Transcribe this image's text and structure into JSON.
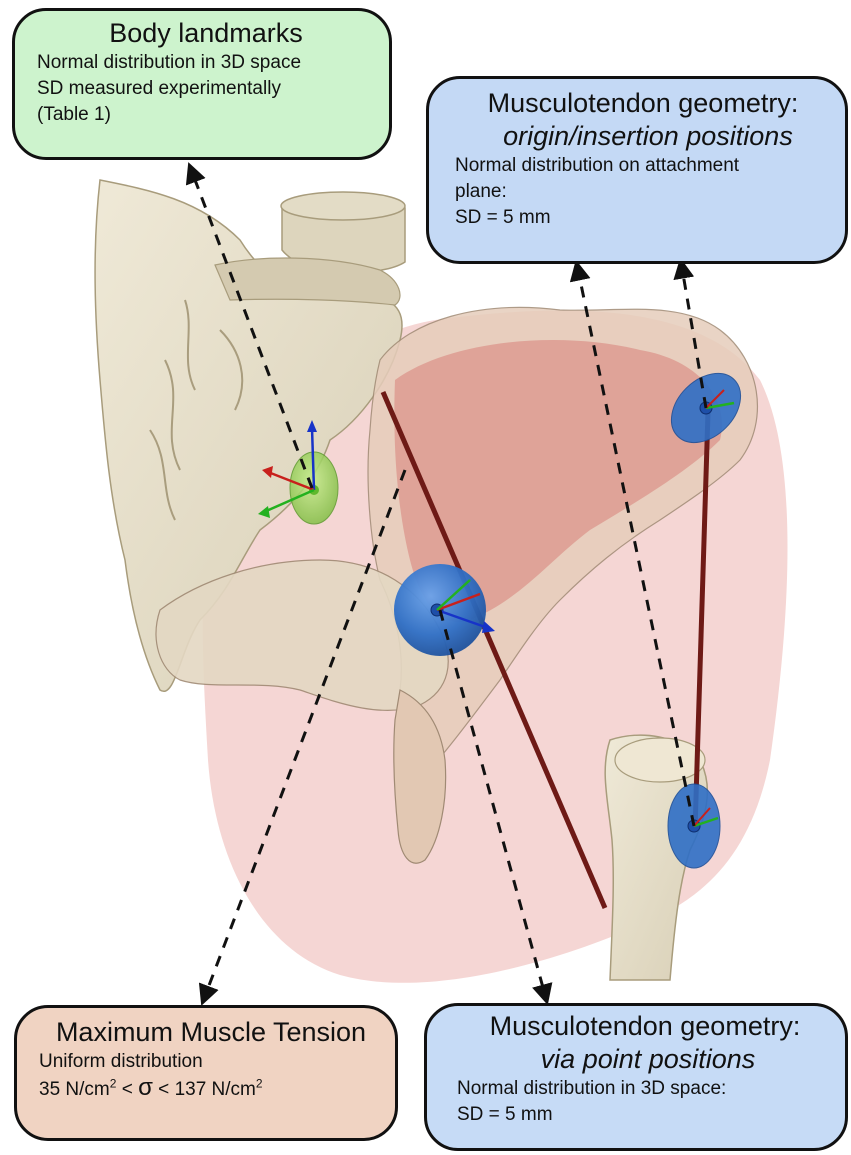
{
  "callouts": {
    "body_landmarks": {
      "title": "Body landmarks",
      "line1": "Normal distribution in 3D space",
      "line2": "SD measured experimentally",
      "line3": "(Table 1)"
    },
    "origin_insertion": {
      "title": "Musculotendon geometry:",
      "subtitle": "origin/insertion positions",
      "line1": "Normal distribution on attachment",
      "line2": "plane:",
      "line3": "SD = 5 mm"
    },
    "max_tension": {
      "title": "Maximum Muscle Tension",
      "line1": "Uniform distribution",
      "range_low": "35 N/cm",
      "range_low_exp": "2",
      "range_lt1": " < ",
      "range_symbol": "σ",
      "range_lt2": " < ",
      "range_high": "137 N/cm",
      "range_high_exp": "2"
    },
    "via_point": {
      "title": "Musculotendon geometry:",
      "subtitle": "via point positions",
      "line1": "Normal distribution in 3D space:",
      "line2": "SD = 5 mm"
    }
  },
  "colors": {
    "bone": "#e8e2cf",
    "bone_shadow": "#b9ae92",
    "muscle": "#dc8a87",
    "muscle_light": "#f1c8c6",
    "muscle_line": "#6e1a16",
    "sphere_blue": "#3a78cf",
    "sphere_green": "#8fd04f",
    "axis_red": "#c8201c",
    "axis_green": "#23b11f",
    "axis_blue": "#1733c8",
    "landmarks_fill": "#cdf3cd",
    "geometry_fill": "#c4d9f5",
    "tension_fill": "#f0d3c2"
  },
  "icons": {
    "landmark_marker": "green-ellipsoid-with-axes",
    "via_marker": "blue-sphere-with-axes",
    "attachment_marker": "blue-disc-with-axes"
  }
}
